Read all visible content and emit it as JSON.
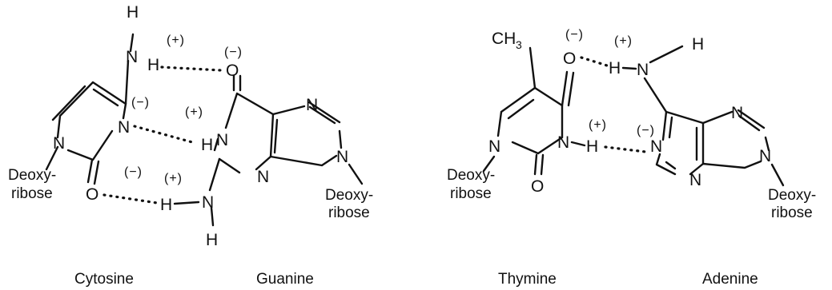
{
  "atoms": {
    "N": "N",
    "H": "H",
    "O": "O",
    "CH": "CH",
    "three": "3"
  },
  "charges": {
    "positive": "(+)",
    "negative": "(−)"
  },
  "sugar": {
    "line1": "Deoxy-",
    "line2": "ribose"
  },
  "bases": {
    "cytosine": "Cytosine",
    "guanine": "Guanine",
    "thymine": "Thymine",
    "adenine": "Adenine"
  }
}
